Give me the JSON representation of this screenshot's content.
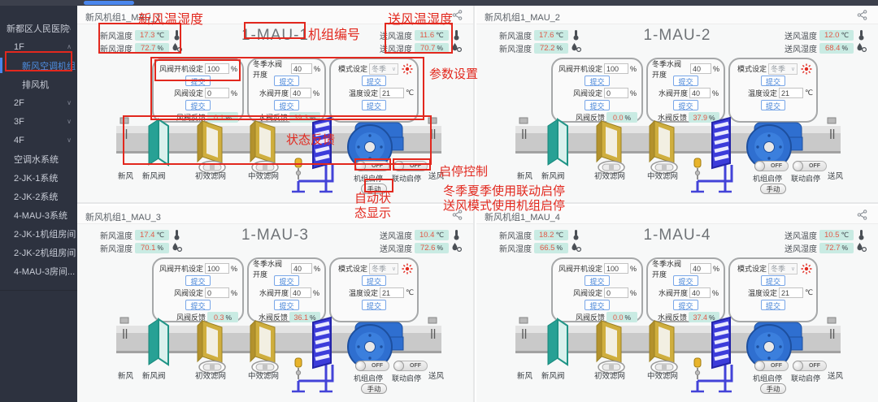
{
  "sidebar": {
    "items": [
      {
        "label": "新都区人民医院",
        "level": 0,
        "chevron": "up",
        "selected": false,
        "boxed": false
      },
      {
        "label": "1F",
        "level": 1,
        "chevron": "up",
        "selected": false,
        "boxed": false
      },
      {
        "label": "新风空调机组",
        "level": 2,
        "chevron": "",
        "selected": true,
        "boxed": true
      },
      {
        "label": "排风机",
        "level": 2,
        "chevron": "",
        "selected": false,
        "boxed": false
      },
      {
        "label": "2F",
        "level": 1,
        "chevron": "down",
        "selected": false,
        "boxed": false
      },
      {
        "label": "3F",
        "level": 1,
        "chevron": "down",
        "selected": false,
        "boxed": false
      },
      {
        "label": "4F",
        "level": 1,
        "chevron": "down",
        "selected": false,
        "boxed": false
      },
      {
        "label": "空调水系统",
        "level": 1,
        "chevron": "",
        "selected": false,
        "boxed": false
      },
      {
        "label": "2-JK-1系统",
        "level": 1,
        "chevron": "",
        "selected": false,
        "boxed": false
      },
      {
        "label": "2-JK-2系统",
        "level": 1,
        "chevron": "",
        "selected": false,
        "boxed": false
      },
      {
        "label": "4-MAU-3系统",
        "level": 1,
        "chevron": "",
        "selected": false,
        "boxed": false
      },
      {
        "label": "2-JK-1机组房间",
        "level": 1,
        "chevron": "",
        "selected": false,
        "boxed": false
      },
      {
        "label": "2-JK-2机组房间",
        "level": 1,
        "chevron": "",
        "selected": false,
        "boxed": false
      },
      {
        "label": "4-MAU-3房间...",
        "level": 1,
        "chevron": "",
        "selected": false,
        "boxed": false
      }
    ]
  },
  "labels": {
    "fresh_temp": "新风温度",
    "fresh_hum": "新风湿度",
    "supply_temp": "送风温度",
    "supply_hum": "送风湿度",
    "celsius": "℃",
    "percent": "%",
    "damper_start_set": "风阀开机设定",
    "damper_set": "风阀设定",
    "damper_fb": "风阀反馈",
    "winter_valve_open": "冬季水阀开度",
    "valve_open": "水阀开度",
    "valve_fb": "水阀反馈",
    "mode_set": "模式设定",
    "temp_set": "温度设定",
    "submit": "提交",
    "eq_fresh": "新风",
    "eq_fresh_damper": "新风阀",
    "eq_pre_filter": "初效滤网",
    "eq_mid_filter": "中效滤网",
    "unit_switch": "机组启停",
    "linkage_switch": "联动启停",
    "eq_supply": "送风",
    "off": "OFF",
    "manual": "手动"
  },
  "panels": [
    {
      "window_label": "新风机组1_MAU_1",
      "unit_id": "1-MAU-1",
      "values": {
        "fresh_temp": "17.3",
        "fresh_hum": "72.7",
        "supply_temp": "11.6",
        "supply_hum": "70.7",
        "damper_start_set": "100",
        "damper_set": "0",
        "damper_fb": "0.1",
        "winter_valve_open": "40",
        "valve_open": "40",
        "valve_fb": "39.3",
        "mode": "冬季",
        "temp_set": "21"
      }
    },
    {
      "window_label": "新风机组1_MAU_2",
      "unit_id": "1-MAU-2",
      "values": {
        "fresh_temp": "17.6",
        "fresh_hum": "72.2",
        "supply_temp": "12.0",
        "supply_hum": "68.4",
        "damper_start_set": "100",
        "damper_set": "0",
        "damper_fb": "0.0",
        "winter_valve_open": "40",
        "valve_open": "40",
        "valve_fb": "37.9",
        "mode": "冬季",
        "temp_set": "21"
      }
    },
    {
      "window_label": "新风机组1_MAU_3",
      "unit_id": "1-MAU-3",
      "values": {
        "fresh_temp": "17.4",
        "fresh_hum": "70.1",
        "supply_temp": "10.4",
        "supply_hum": "72.6",
        "damper_start_set": "100",
        "damper_set": "0",
        "damper_fb": "0.3",
        "winter_valve_open": "40",
        "valve_open": "40",
        "valve_fb": "36.1",
        "mode": "冬季",
        "temp_set": "21"
      }
    },
    {
      "window_label": "新风机组1_MAU_4",
      "unit_id": "1-MAU-4",
      "values": {
        "fresh_temp": "18.2",
        "fresh_hum": "66.5",
        "supply_temp": "10.5",
        "supply_hum": "72.7",
        "damper_start_set": "100",
        "damper_set": "0",
        "damper_fb": "0.0",
        "winter_valve_open": "40",
        "valve_open": "40",
        "valve_fb": "37.4",
        "mode": "冬季",
        "temp_set": "21"
      }
    }
  ],
  "annotations": {
    "fresh_th": "新风温湿度",
    "unit_no": "机组编号",
    "supply_th": "送风温湿度",
    "param_set": "参数设置",
    "status_fb": "状态反馈",
    "startstop_title": "启停控制",
    "startstop_line2": "冬季夏季使用联动启停",
    "startstop_line3": "送风模式使用机组启停",
    "auto_status": "自动状态显示"
  },
  "colors": {
    "annotation_red": "#e2281e",
    "accent_blue": "#4a86ec",
    "value_bg": "#c9ebe3",
    "value_num": "#e05a48",
    "sidebar_bg": "#2d323f",
    "selected_item": "#4f8fe2"
  }
}
